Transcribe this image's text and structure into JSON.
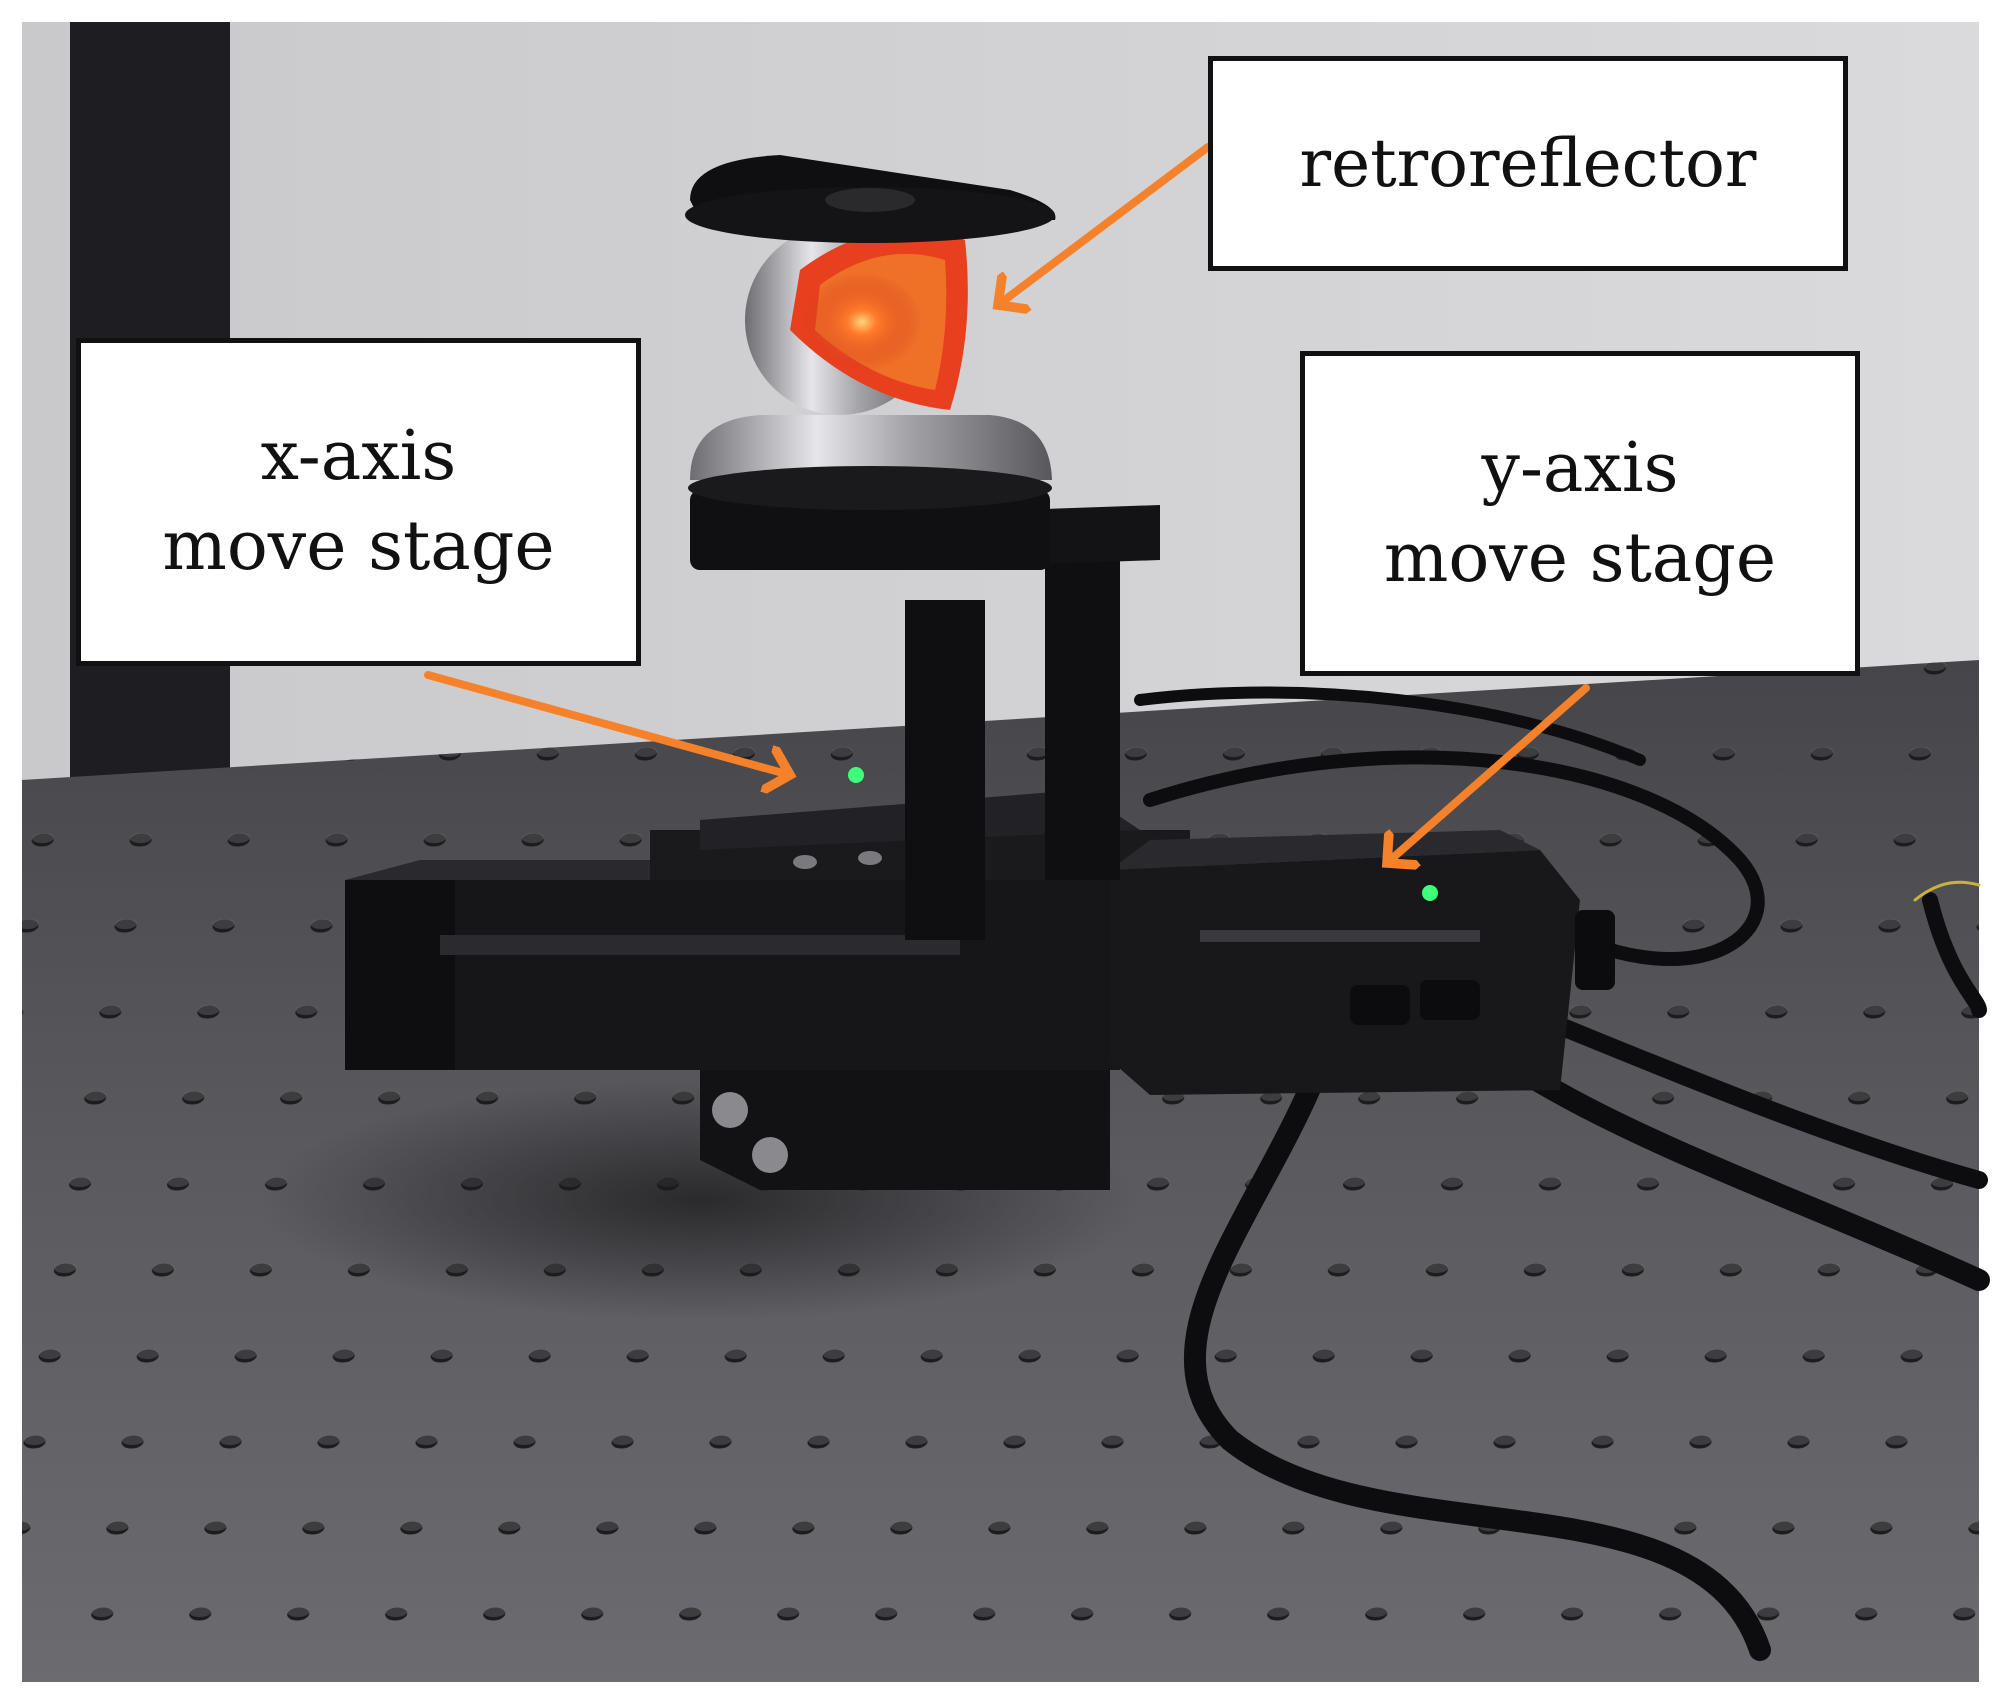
{
  "figure": {
    "labels": {
      "retroreflector": "retroreflector",
      "x_axis_line1": "x-axis",
      "x_axis_line2": "move stage",
      "y_axis_line1": "y-axis",
      "y_axis_line2": "move stage"
    },
    "colors": {
      "arrow": "#f5822a",
      "table": "#5a5a5e",
      "wall": "#d4d4d6",
      "stage": "#141416",
      "led": "#3dff7a",
      "prism": "#e8401e"
    }
  }
}
